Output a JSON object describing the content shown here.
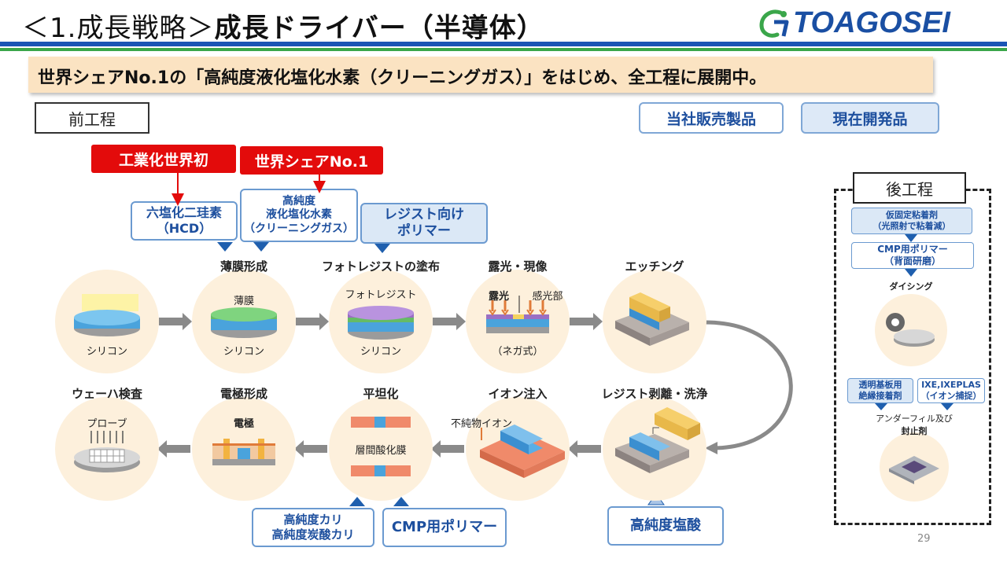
{
  "header": {
    "title_prefix": "＜1.成長戦略＞",
    "title_main": "成長ドライバー（半導体）",
    "logo_text": "TOAGOSEI"
  },
  "banner": "世界シェアNo.1の「高純度液化塩化水素（クリーニングガス）」をはじめ、全工程に展開中。",
  "front_process_label": "前工程",
  "legend": {
    "sold": "当社販売製品",
    "developing": "現在開発品"
  },
  "tags": {
    "first": "工業化世界初",
    "share": "世界シェアNo.1"
  },
  "products": {
    "hcd": [
      "六塩化二珪素",
      "（HCD）"
    ],
    "hcl": [
      "高純度",
      "液化塩化水素",
      "（クリーニングガス）"
    ],
    "resist_polymer": [
      "レジスト向け",
      "ポリマー"
    ],
    "koh": [
      "高純度カリ",
      "高純度炭酸カリ"
    ],
    "cmp_polymer": "CMP用ポリマー",
    "hcl_acid": "高純度塩酸"
  },
  "steps": {
    "thin_film": "薄膜形成",
    "photoresist": "フォトレジストの塗布",
    "exposure": "露光・現像",
    "etching": "エッチング",
    "inspection": "ウェーハ検査",
    "electrode": "電極形成",
    "planarize": "平坦化",
    "ion": "イオン注入",
    "strip": "レジスト剥離・洗浄"
  },
  "circle_labels": {
    "silicon": "シリコン",
    "thin_film": "薄膜",
    "photoresist": "フォトレジスト",
    "exposure_light": "露光",
    "exposed_part": "感光部",
    "negative": "（ネガ式）",
    "probe": "プローブ",
    "electrode": "電極",
    "interlayer": "層間酸化膜",
    "impurity_ion": "不純物イオン"
  },
  "back_process": {
    "title": "後工程",
    "temp_fix": [
      "仮固定粘着剤",
      "（光照射で粘着減）"
    ],
    "cmp": [
      "CMP用ポリマー",
      "（背面研磨）"
    ],
    "dicing": "ダイシング",
    "transparent": [
      "透明基板用",
      "絶縁接着剤"
    ],
    "ixe": [
      "IXE,IXEPLAS",
      "（イオン捕捉）"
    ],
    "underfill": [
      "アンダーフィル及び",
      "封止剤"
    ]
  },
  "page_number": "29",
  "colors": {
    "brand_blue": "#1a55b5",
    "brand_green": "#3aa64a",
    "red_tag": "#e30b0b",
    "product_blue": "#1d4f9e",
    "banner_bg": "#fbe3c2",
    "circle_bg": "#fdf0dc"
  }
}
